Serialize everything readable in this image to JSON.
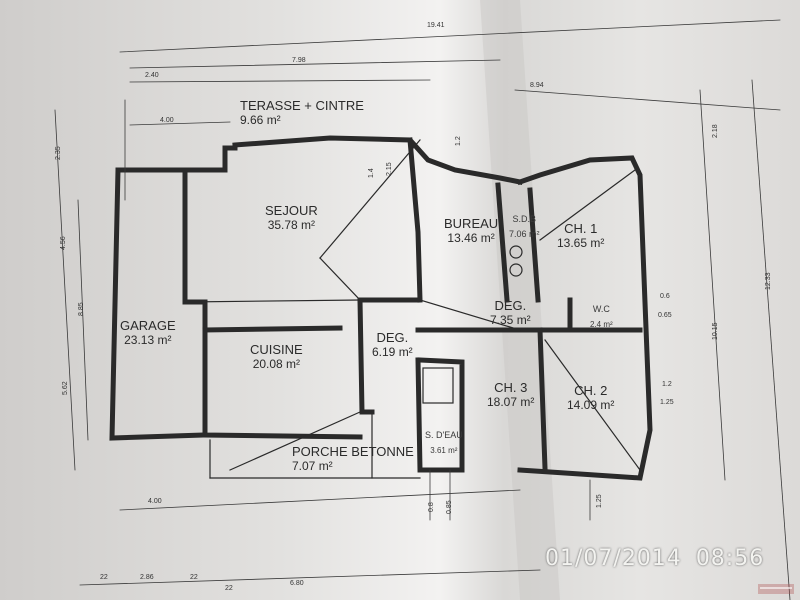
{
  "rooms": {
    "terrasse": {
      "name": "TERASSE + CINTRE",
      "area": "9.66 m²"
    },
    "sejour": {
      "name": "SEJOUR",
      "area": "35.78 m²"
    },
    "bureau": {
      "name": "BUREAU",
      "area": "13.46 m²"
    },
    "sdb": {
      "name": "S.D.B",
      "area": "7.06 m²"
    },
    "ch1": {
      "name": "CH. 1",
      "area": "13.65 m²"
    },
    "garage": {
      "name": "GARAGE",
      "area": "23.13 m²"
    },
    "cuisine": {
      "name": "CUISINE",
      "area": "20.08 m²"
    },
    "deg1": {
      "name": "DEG.",
      "area": "6.19 m²"
    },
    "deg2": {
      "name": "DEG.",
      "area": "7.35 m²"
    },
    "wc": {
      "name": "W.C",
      "area": "2.4 m²"
    },
    "ch3": {
      "name": "CH. 3",
      "area": "18.07 m²"
    },
    "ch2": {
      "name": "CH. 2",
      "area": "14.09 m²"
    },
    "sdeau": {
      "name": "S. D'EAU",
      "area": "3.61 m²"
    },
    "porche": {
      "name": "PORCHE BETONNE",
      "area": "7.07 m²"
    }
  },
  "dimensions": {
    "top_total": "19.41",
    "top_left": "7.98",
    "top_offset": "2.40",
    "top_right": "8.94",
    "terrace_width": "4.00",
    "bottom_left": "4.00",
    "bottom_a": "2.86",
    "bottom_b": "6.80",
    "bottom_22a": "22",
    "bottom_22b": "22",
    "bottom_22c": "22",
    "left_a": "2.35",
    "left_b": "4.56",
    "left_c": "8.85",
    "left_d": "5.62",
    "right_a": "2.18",
    "right_b": "10.15",
    "right_c": "12.33",
    "right_e": "0.6",
    "right_f": "0.65",
    "right_g": "1.2",
    "right_h": "1.25",
    "mid_14": "1.4",
    "mid_215": "2.15",
    "mid_12": "1.2",
    "bot_08": "0.8",
    "bot_085": "0.85",
    "bot_125": "1.25"
  },
  "timestamp": {
    "date": "01/07/2014",
    "time": "08:56"
  },
  "colors": {
    "paper": "#ecebea",
    "shadow": "#bdbbb9",
    "ink": "#2b2b2b",
    "stamp": "#f3f3f0"
  }
}
